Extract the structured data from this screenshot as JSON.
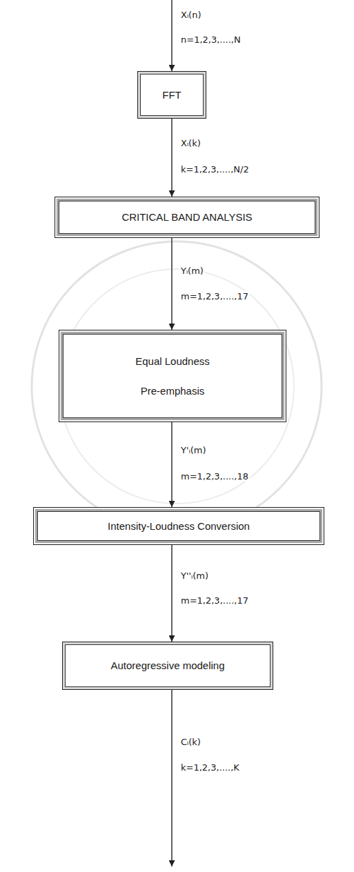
{
  "diagram": {
    "nodes": [
      {
        "text": [
          "FFT"
        ]
      },
      {
        "text": [
          "CRITICAL BAND ANALYSIS"
        ]
      },
      {
        "text": [
          "Equal Loudness Pre-emphasis"
        ]
      },
      {
        "text": [
          "Intensity-Loudness Conversion"
        ]
      },
      {
        "text": [
          "Autoregressive modeling"
        ]
      }
    ],
    "edges": [
      {
        "from": 0,
        "to": 1,
        "arrow": "to",
        "label": "Xₗ(k)"
      },
      {
        "from": 1,
        "to": 2,
        "arrow": "to",
        "label": "Yₗ(m)"
      },
      {
        "from": 2,
        "to": 3,
        "arrow": "to",
        "label": "Y'ₗ(m)"
      },
      {
        "from": 3,
        "to": 4,
        "arrow": "to",
        "label": "Y''ₗ(m)"
      }
    ],
    "labels": [
      "Xₗ(n)",
      "n=1,2,3,....,N",
      "k=1,2,3,....,N/2",
      "m=1,2,3,....,17",
      "m=1,2,3,....,18",
      "m=1,2,3,....,17",
      "Cₗ(k)",
      "k=1,2,3,....,K"
    ]
  }
}
